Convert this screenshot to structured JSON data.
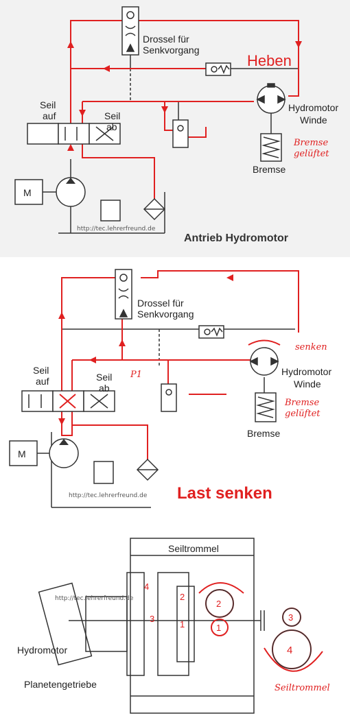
{
  "panel1": {
    "throttle_label_1": "Drossel für",
    "throttle_label_2": "Senkvorgang",
    "mode_label": "Heben",
    "rope_up_1": "Seil",
    "rope_up_2": "auf",
    "rope_down_1": "Seil",
    "rope_down_2": "ab",
    "motor_label": "M",
    "hydromotor_1": "Hydromotor",
    "hydromotor_2": "Winde",
    "brake_note_1": "Bremse",
    "brake_note_2": "gelüftet",
    "brake_label": "Bremse",
    "caption": "Antrieb Hydromotor",
    "watermark": "http://tec.lehrerfreund.de"
  },
  "panel2": {
    "throttle_label_1": "Drossel für",
    "throttle_label_2": "Senkvorgang",
    "mode_note": "senken",
    "p1_label": "P1",
    "rope_up_1": "Seil",
    "rope_up_2": "auf",
    "rope_down_1": "Seil",
    "rope_down_2": "ab",
    "motor_label": "M",
    "hydromotor_1": "Hydromotor",
    "hydromotor_2": "Winde",
    "brake_note_1": "Bremse",
    "brake_note_2": "gelüftet",
    "brake_label": "Bremse",
    "title": "Last senken",
    "watermark": "http://tec.lehrerfreund.de"
  },
  "panel3": {
    "drum_label": "Seiltrommel",
    "hydromotor_label": "Hydromotor",
    "gear_label": "Planetengetriebe",
    "drum_note": "Seiltrommel",
    "watermark": "http://tec.lehrerfreund.de",
    "gear_numbers": [
      "4",
      "2",
      "3",
      "1",
      "2",
      "1",
      "3",
      "4"
    ]
  },
  "colors": {
    "flow": "#e02020",
    "line": "#333333",
    "caption": "#333333"
  }
}
